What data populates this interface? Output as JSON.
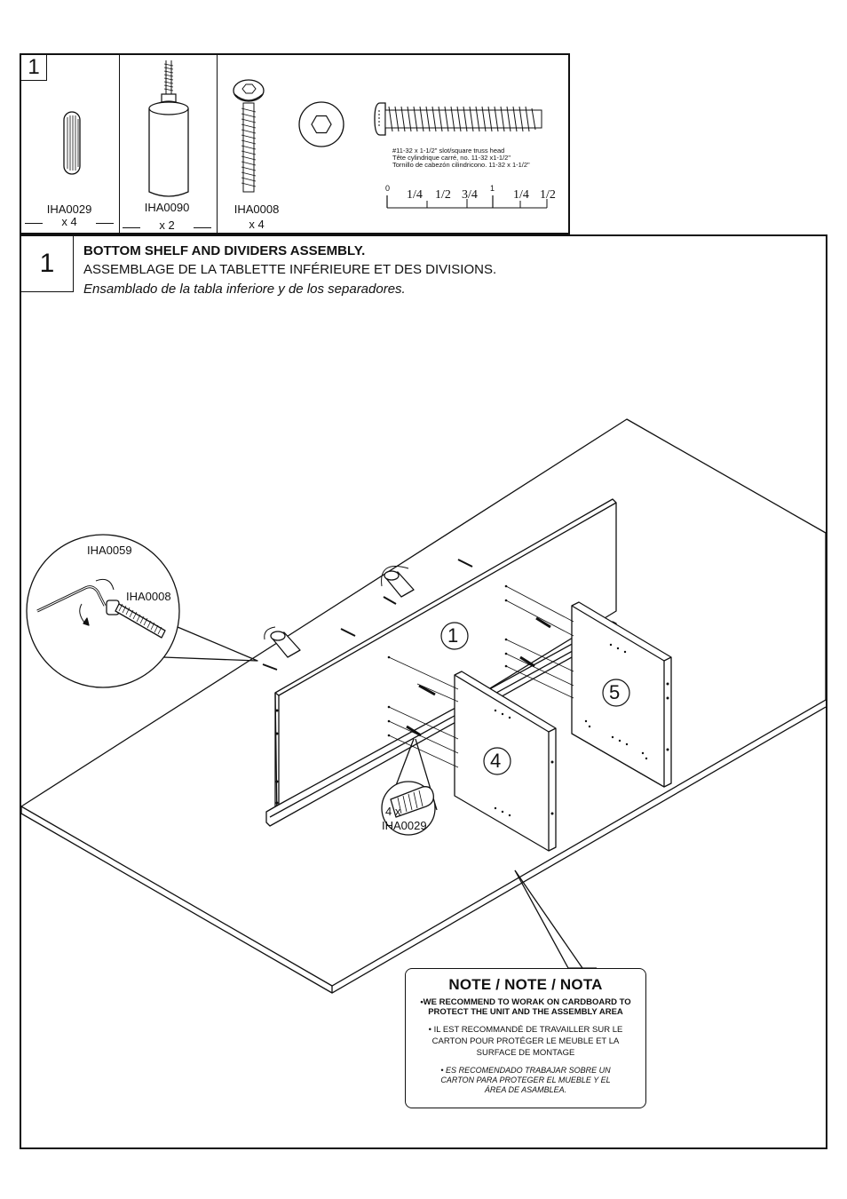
{
  "parts": {
    "step": "1",
    "items": [
      {
        "code": "IHA0029",
        "qty": "x 4"
      },
      {
        "code": "IHA0090",
        "qty": "x 2"
      },
      {
        "code": "IHA0008",
        "qty": "x 4"
      }
    ],
    "screw_note": [
      "#11-32 x 1-1/2\" slot/square truss head",
      "Tête cylindrique carré, no. 11-32 x1-1/2\"",
      "Tornillo de cabezón cilindricono. 11-32 x 1-1/2\""
    ],
    "ruler": {
      "zero": "0",
      "one": "1",
      "fractions": [
        "1/4",
        "1/2",
        "3/4",
        "1/4",
        "1/2"
      ]
    }
  },
  "step": {
    "number": "1",
    "title_en": "BOTTOM SHELF AND DIVIDERS ASSEMBLY.",
    "title_fr": "ASSEMBLAGE DE LA TABLETTE INFÉRIEURE ET DES DIVISIONS.",
    "title_es": "Ensamblado de la tabla inferiore y de los separadores."
  },
  "diagram": {
    "callout_wrench": "IHA0059",
    "callout_bolt": "IHA0008",
    "dowel_qty": "4 x",
    "dowel_code": "IHA0029",
    "panels": [
      "1",
      "4",
      "5"
    ]
  },
  "note": {
    "title": "NOTE / NOTE / NOTA",
    "en": "•WE RECOMMEND TO WORAK ON CARDBOARD TO PROTECT THE UNIT AND THE ASSEMBLY AREA",
    "fr": "• IL EST RECOMMANDÉ DE TRAVAILLER SUR LE CARTON POUR PROTÉGER LE MEUBLE ET LA SURFACE DE MONTAGE",
    "es": "• ES RECOMENDADO TRABAJAR SOBRE UN CARTON PARA PROTEGER EL MUEBLE Y EL ÁREA DE ASAMBLEA."
  }
}
